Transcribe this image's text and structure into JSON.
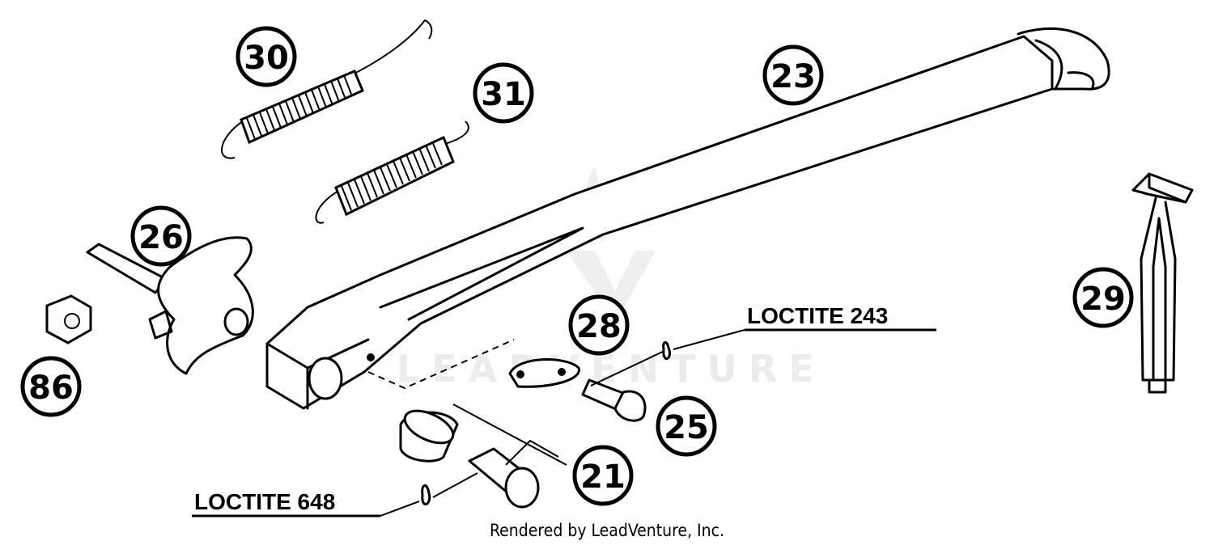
{
  "diagram": {
    "callouts": [
      {
        "id": "c21",
        "label": "21"
      },
      {
        "id": "c23",
        "label": "23"
      },
      {
        "id": "c25",
        "label": "25"
      },
      {
        "id": "c26",
        "label": "26"
      },
      {
        "id": "c28",
        "label": "28"
      },
      {
        "id": "c29",
        "label": "29"
      },
      {
        "id": "c30",
        "label": "30"
      },
      {
        "id": "c31",
        "label": "31"
      },
      {
        "id": "c86",
        "label": "86"
      }
    ],
    "loctite_243": "LOCTITE 243",
    "loctite_648": "LOCTITE 648",
    "credit": "Rendered by LeadVenture, Inc.",
    "watermark": "LEADVENTURE"
  }
}
